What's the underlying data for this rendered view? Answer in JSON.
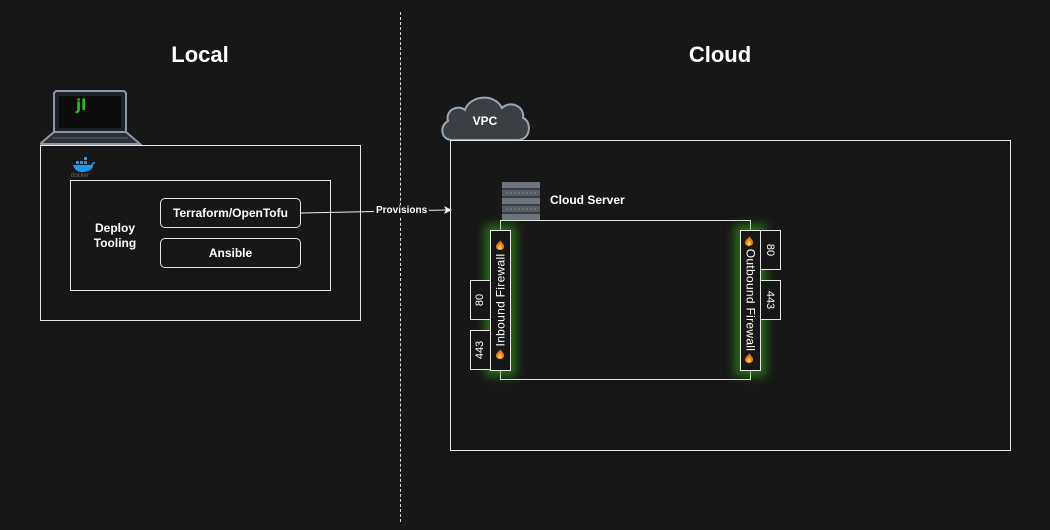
{
  "sections": {
    "local_title": "Local",
    "cloud_title": "Cloud"
  },
  "local": {
    "jupyter_logo_text": "jl",
    "docker_text": "docker",
    "deploy_label_line1": "Deploy",
    "deploy_label_line2": "Tooling",
    "tools": [
      "Terraform/OpenTofu",
      "Ansible"
    ]
  },
  "connector": {
    "label": "Provisions"
  },
  "cloud": {
    "vpc_label": "VPC",
    "server_label": "Cloud Server",
    "inbound_firewall": {
      "label": "Inbound Firewall",
      "ports": [
        "80",
        "443"
      ]
    },
    "outbound_firewall": {
      "label": "Outbound Firewall",
      "ports": [
        "80",
        "443"
      ]
    }
  },
  "colors": {
    "background": "#171717",
    "line": "#e6e6e6",
    "firewall_glow": "#3cbe1e",
    "jupyter_green": "#22c41a",
    "docker_blue": "#2496ed"
  },
  "icons": [
    "laptop-icon",
    "jupyter-logo-icon",
    "docker-logo-icon",
    "cloud-icon",
    "server-rack-icon",
    "flame-icon"
  ]
}
